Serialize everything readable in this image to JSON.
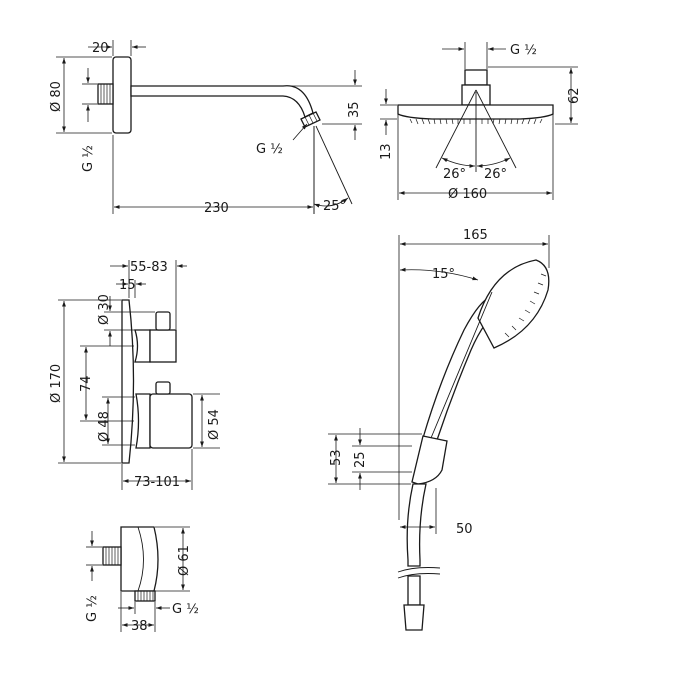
{
  "views": {
    "shower_arm": {
      "dim_width": "20",
      "dim_flange_dia": "Ø 80",
      "dim_thread": "G ½",
      "dim_outlet_thread": "G ½",
      "dim_drop": "35",
      "dim_length": "230",
      "dim_angle": "25°"
    },
    "overhead_shower": {
      "dim_thread": "G ½",
      "dim_height": "62",
      "dim_plate": "13",
      "dim_spray_left": "26°",
      "dim_spray_right": "26°",
      "dim_diameter": "Ø 160"
    },
    "mixer": {
      "dim_depth_range": "55-83",
      "dim_offset": "15",
      "dim_knob_dia": "Ø 30",
      "dim_rosette_dia": "Ø 170",
      "dim_spacing": "74",
      "dim_inner_dia": "Ø 48",
      "dim_handle_dia": "Ø 54",
      "dim_total_depth": "73-101"
    },
    "hand_shower": {
      "dim_length": "165",
      "dim_angle": "15°",
      "dim_holder_height": "53",
      "dim_holder_inner": "25",
      "dim_hose_offset": "50"
    },
    "wall_outlet": {
      "dim_thread_in": "G ½",
      "dim_thread_out": "G ½",
      "dim_diameter": "Ø 61",
      "dim_depth": "38"
    }
  }
}
